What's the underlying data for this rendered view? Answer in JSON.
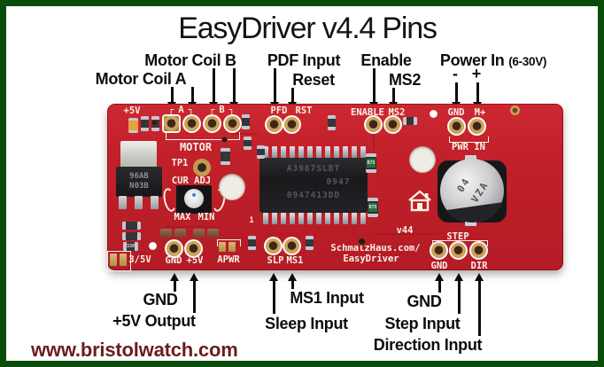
{
  "title": "EasyDriver v4.4 Pins",
  "website": "www.bristolwatch.com",
  "labels": {
    "motor_coil_a": "Motor Coil A",
    "motor_coil_b": "Motor Coil B",
    "pdf_input": "PDF Input",
    "reset": "Reset",
    "enable": "Enable",
    "ms2": "MS2",
    "power_in": "Power In",
    "power_in_range": "(6-30V)",
    "minus": "-",
    "plus": "+",
    "gnd_left": "GND",
    "plus5v_output": "+5V Output",
    "sleep_input": "Sleep Input",
    "ms1_input": "MS1 Input",
    "gnd_right": "GND",
    "step_input": "Step Input",
    "direction_input": "Direction Input"
  },
  "board": {
    "silkscreen": {
      "plus5v_top": "+5V",
      "bracket_a": "┌A┐",
      "bracket_b": "┌B┐",
      "motor": "MOTOR",
      "pfd": "PFD",
      "rst": "RST",
      "enable": "ENABLE",
      "ms2": "MS2",
      "gnd_top": "GND",
      "m_plus": "M+",
      "pwr_in": "PWR IN",
      "tp1": "TP1",
      "cur_adj": "CUR ADJ",
      "max": "MAX",
      "min": "MIN",
      "v35": "3/5V",
      "gnd_bl": "GND",
      "p5v_bl": "+5V",
      "apwr": "APWR",
      "slp": "SLP",
      "ms1": "MS1",
      "pin1": "1",
      "v44": "v44",
      "url_line1": "SchmalzHaus.com/",
      "url_line2": "EasyDriver",
      "step": "STEP",
      "gnd_br": "GND",
      "dir": "DIR"
    },
    "ic": {
      "line1": "A3967SLBT",
      "line2": "0947",
      "line3": "0947413DD"
    },
    "regulator": {
      "line1": "96AB",
      "line2": "N03B"
    },
    "capacitor": {
      "mark1": "04",
      "mark2": "VZA"
    },
    "smd": {
      "r75": "R75",
      "c330": "330"
    }
  },
  "colors": {
    "border-green": "#0a4c0a",
    "board-red": "#c2202a",
    "board-red-dark": "#9e161d",
    "silkscreen": "#f7f2e6",
    "ink": "#0d0d0d",
    "website-maroon": "#6b1d1d",
    "pad-gold": "#caa25d"
  }
}
